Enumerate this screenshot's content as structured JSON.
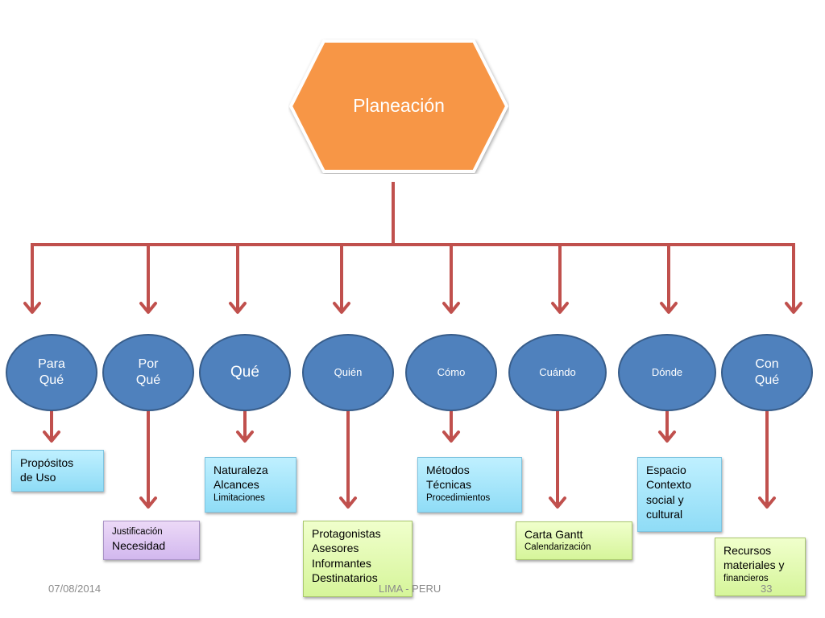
{
  "diagram": {
    "root": {
      "label": "Planeación",
      "color": "#f79646"
    },
    "connector_color": "#c0504d",
    "nodes": [
      {
        "id": "para-que",
        "lines": [
          "Para",
          "Qué"
        ]
      },
      {
        "id": "por-que",
        "lines": [
          "Por",
          "Qué"
        ]
      },
      {
        "id": "que",
        "lines": [
          "Qué"
        ]
      },
      {
        "id": "quien",
        "lines": [
          "Quién"
        ]
      },
      {
        "id": "como",
        "lines": [
          "Cómo"
        ]
      },
      {
        "id": "cuando",
        "lines": [
          "Cuándo"
        ]
      },
      {
        "id": "donde",
        "lines": [
          "Dónde"
        ]
      },
      {
        "id": "con-que",
        "lines": [
          "Con",
          "Qué"
        ]
      }
    ],
    "boxes": [
      {
        "node": "para-que",
        "style": "blue",
        "lines": [
          "Propósitos",
          "de Uso"
        ],
        "small": []
      },
      {
        "node": "por-que",
        "style": "purple",
        "lines": [
          "Necesidad"
        ],
        "small_first": [
          "Justificación"
        ]
      },
      {
        "node": "que",
        "style": "blue",
        "lines": [
          "Naturaleza",
          "Alcances"
        ],
        "small": [
          "Limitaciones"
        ]
      },
      {
        "node": "quien",
        "style": "green",
        "lines": [
          "Protagonistas",
          "Asesores",
          "Informantes",
          "Destinatarios"
        ],
        "small": []
      },
      {
        "node": "como",
        "style": "blue",
        "lines": [
          "Métodos",
          "Técnicas"
        ],
        "small": [
          "Procedimientos"
        ]
      },
      {
        "node": "cuando",
        "style": "green",
        "lines": [
          "Carta Gantt"
        ],
        "small": [
          "Calendarización"
        ]
      },
      {
        "node": "donde",
        "style": "blue",
        "lines": [
          "Espacio",
          "Contexto",
          "social y",
          "cultural"
        ],
        "small": []
      },
      {
        "node": "con-que",
        "style": "green",
        "lines": [
          "Recursos",
          "materiales y"
        ],
        "small": [
          "financieros"
        ]
      }
    ]
  },
  "footer": {
    "date": "07/08/2014",
    "location": "LIMA - PERU",
    "page_number": "33"
  }
}
